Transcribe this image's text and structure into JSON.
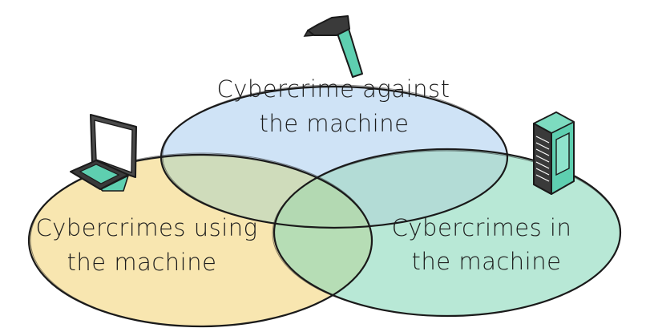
{
  "diagram": {
    "sets": [
      {
        "id": "against",
        "label_lines": [
          "Cybercrime against",
          "the machine"
        ],
        "color": "#cfe3f6",
        "icon": "hammer-icon"
      },
      {
        "id": "using",
        "label_lines": [
          "Cybercrimes using",
          "the machine"
        ],
        "color": "#f8e6b0",
        "icon": "laptop-icon"
      },
      {
        "id": "in",
        "label_lines": [
          "Cybercrimes in",
          "the machine"
        ],
        "color": "#b8e8d6",
        "icon": "server-icon"
      }
    ],
    "overlaps": {
      "blue_yellow": "#cfdcbb",
      "blue_green": "#b3dcd6",
      "yellow_green": "#b6ddb5",
      "all": "#b3d9b2"
    },
    "icon_accent": "#5ecfb0"
  }
}
